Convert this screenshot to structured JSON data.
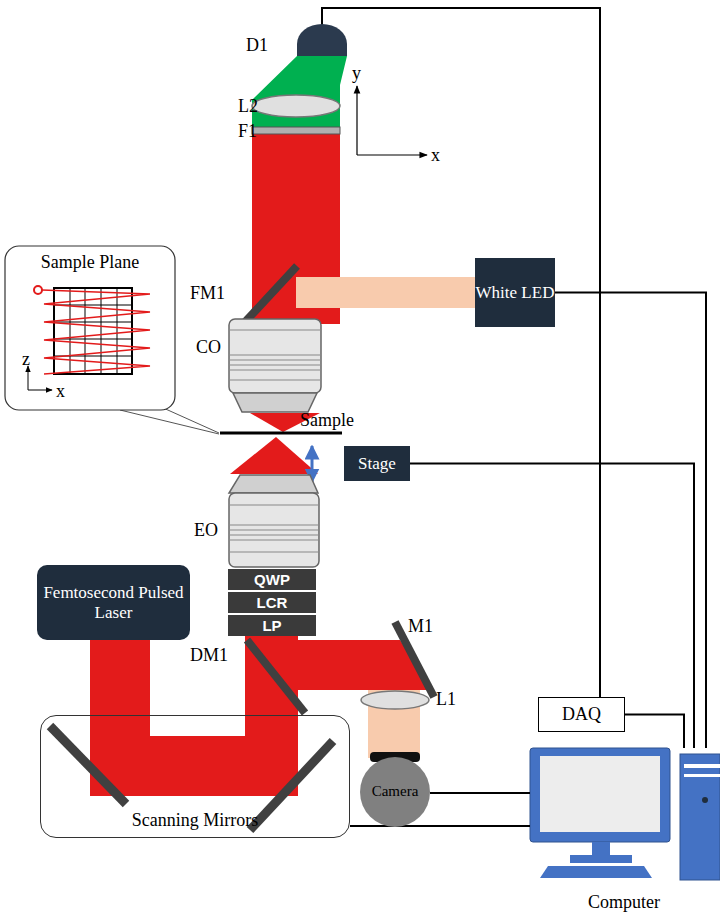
{
  "diagram": {
    "nodes": [
      {
        "text": [
          "Sample Plane"
        ]
      },
      {
        "text": [
          "White LED"
        ]
      },
      {
        "text": [
          "Stage"
        ]
      },
      {
        "text": [
          "QWP"
        ]
      },
      {
        "text": [
          "LCR"
        ]
      },
      {
        "text": [
          "LP"
        ]
      },
      {
        "text": [
          "Femtosecond Pulsed Laser"
        ]
      },
      {
        "text": [
          "DAQ"
        ]
      },
      {
        "text": [
          "Scanning Mirrors"
        ]
      },
      {
        "text": [
          "Camera"
        ]
      },
      {
        "text": [
          "Computer"
        ]
      }
    ],
    "edges": [
      {
        "from": 1,
        "to": 10,
        "arrow": "none"
      },
      {
        "from": 2,
        "to": 10,
        "arrow": "none"
      },
      {
        "from": 7,
        "to": 10,
        "arrow": "none"
      },
      {
        "from": 9,
        "to": 10,
        "arrow": "none"
      },
      {
        "from": 8,
        "to": 10,
        "arrow": "none"
      }
    ],
    "labels": [
      "D1",
      "L2",
      "F1",
      "y",
      "x",
      "FM1",
      "CO",
      "z",
      "x",
      "Sample",
      "EO",
      "DM1",
      "M1",
      "L1"
    ]
  }
}
